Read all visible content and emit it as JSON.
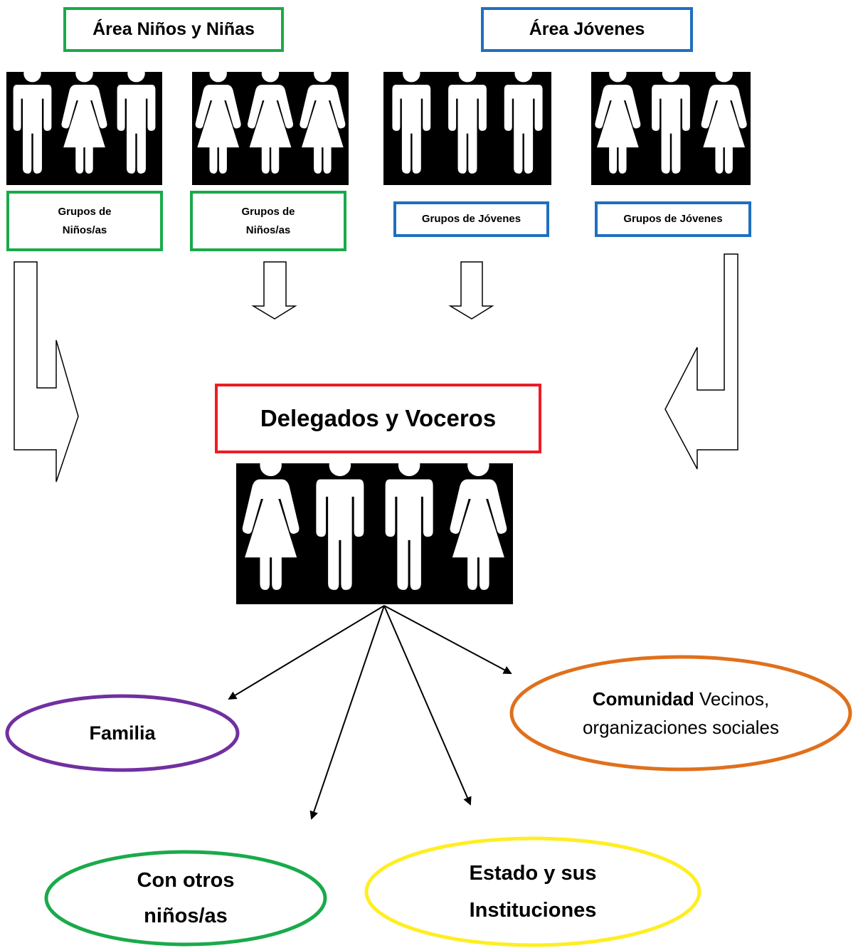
{
  "colors": {
    "ninos": "#1aaa4a",
    "jovenes": "#1e6fc0",
    "delegados": "#ee1c24",
    "familia": "#7030a0",
    "comunidad": "#e0701c",
    "otros": "#1aaa4a",
    "estado": "#ffee22"
  },
  "areas": {
    "ninos": "Área Niños y Niñas",
    "jovenes": "Área Jóvenes"
  },
  "groups": [
    {
      "label_line1": "Grupos de",
      "label_line2": "Niños/as",
      "figures": [
        "man",
        "woman",
        "man"
      ]
    },
    {
      "label_line1": "Grupos de",
      "label_line2": "Niños/as",
      "figures": [
        "woman",
        "woman",
        "woman"
      ]
    },
    {
      "label_line1": "Grupos de Jóvenes",
      "label_line2": "",
      "figures": [
        "man",
        "man",
        "man"
      ]
    },
    {
      "label_line1": "Grupos de Jóvenes",
      "label_line2": "",
      "figures": [
        "woman",
        "man",
        "woman"
      ]
    }
  ],
  "delegados": {
    "title": "Delegados y Voceros",
    "figures": [
      "woman",
      "man",
      "man",
      "woman"
    ]
  },
  "targets": {
    "familia": "Familia",
    "comunidad_bold": "Comunidad",
    "comunidad_rest1": " Vecinos,",
    "comunidad_rest2": "organizaciones sociales",
    "otros_line1": "Con otros",
    "otros_line2": "niños/as",
    "estado_line1": "Estado y sus",
    "estado_line2": "Instituciones"
  }
}
